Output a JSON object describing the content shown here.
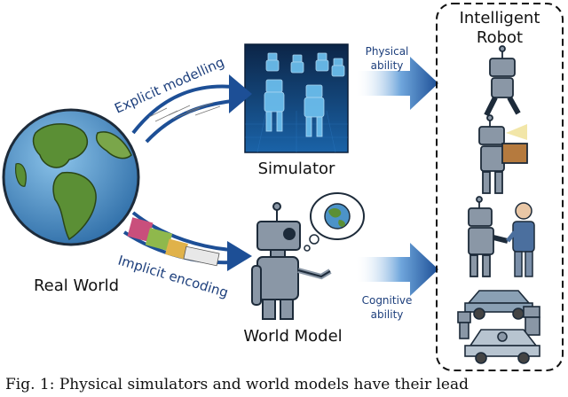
{
  "title": "Intelligent Robot",
  "title_line1": "Intelligent",
  "title_line2": "Robot",
  "nodes": {
    "real_world": "Real World",
    "simulator": "Simulator",
    "world_model": "World Model"
  },
  "edges": {
    "explicit": "Explicit modelling",
    "implicit": "Implicit encoding",
    "physical_line1": "Physical",
    "physical_line2": "ability",
    "cognitive_line1": "Cognitive",
    "cognitive_line2": "ability"
  },
  "caption": "Fig. 1: Physical simulators and world models have their lead",
  "colors": {
    "arrow": "#1d4f96",
    "ocean": "#4c93c8",
    "land": "#5b8f35",
    "sim_bg": "#0b2e5c",
    "robot": "#8a97a6",
    "text_blue": "#1d3f7c"
  }
}
